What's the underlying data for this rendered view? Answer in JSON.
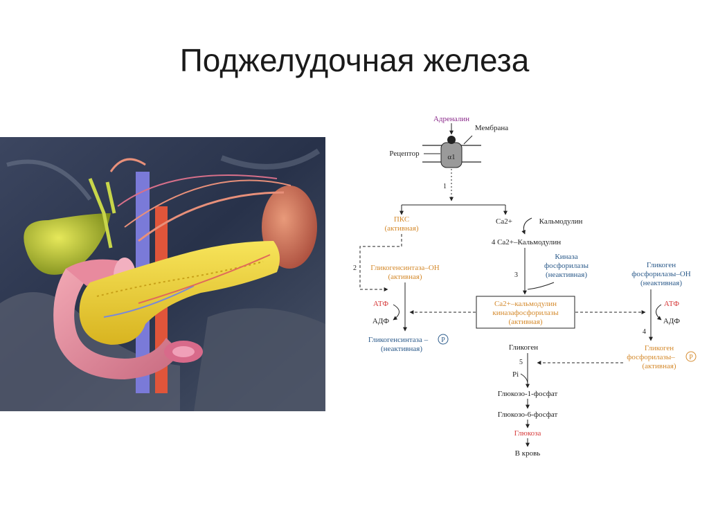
{
  "slide": {
    "title": "Поджелудочная железа"
  },
  "colors": {
    "orange": "#d4892b",
    "blue": "#2b5a8a",
    "red": "#d63a3a",
    "purple": "#8a2a8a",
    "black": "#222222"
  },
  "labels": {
    "adrenalin": "Адреналин",
    "membrane": "Мембрана",
    "receptor": "Рецептор",
    "alpha1": "α1",
    "step1": "1",
    "step2": "2",
    "step3": "3",
    "step4": "4",
    "step5": "5",
    "pkc_name": "ПКС",
    "pkc_state": "(активная)",
    "ca_ion": "Ca2+",
    "calmodulin": "Кальмодулин",
    "ca_calmodulin": "4 Ca2+–Кальмодулин",
    "gs_oh_name": "Гликогенсинтаза–ОН",
    "gs_oh_state": "(активная)",
    "kinase_inactive_1": "Киназа",
    "kinase_inactive_2": "фосфорилазы",
    "kinase_inactive_3": "(неактивная)",
    "gp_oh_1": "Гликоген",
    "gp_oh_2": "фосфорилазы–ОН",
    "gp_oh_3": "(неактивная)",
    "center_1": "Ca2+–кальмодулин",
    "center_2": "киназафосфорилазы",
    "center_3": "(активная)",
    "atp_left": "АТФ",
    "adp_left": "АДФ",
    "atp_right": "АТФ",
    "adp_right": "АДФ",
    "gs_p_name": "Гликогенсинтаза –",
    "gs_p_state": "(неактивная)",
    "p_circle": "P",
    "glycogen": "Гликоген",
    "pi": "Pi",
    "gp_p_1": "Гликоген",
    "gp_p_2": "фосфорилазы–",
    "gp_p_3": "(активная)",
    "g1p": "Глюкозо-1-фосфат",
    "g6p": "Глюкозо-6-фосфат",
    "glucose": "Глюкоза",
    "blood": "В кровь"
  }
}
